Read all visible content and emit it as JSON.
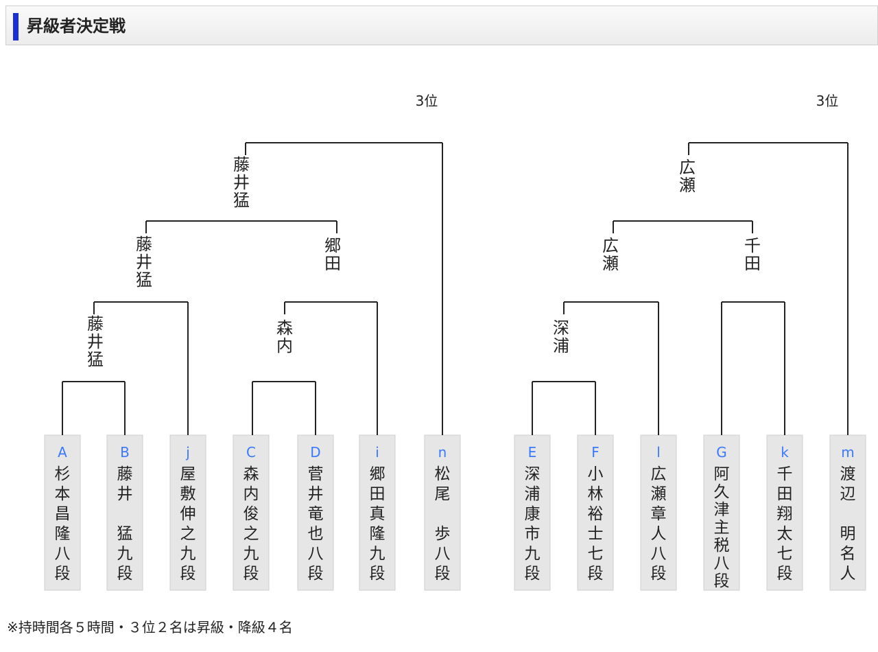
{
  "title": "昇級者決定戦",
  "third_place_label": "3位",
  "note": "※持時間各５時間・３位２名は昇級・降級４名",
  "players": [
    {
      "seed": "A",
      "name": "杉本昌隆",
      "rank": "八段"
    },
    {
      "seed": "B",
      "name": "藤井　猛",
      "rank": "九段"
    },
    {
      "seed": "j",
      "name": "屋敷伸之",
      "rank": "九段"
    },
    {
      "seed": "C",
      "name": "森内俊之",
      "rank": "九段"
    },
    {
      "seed": "D",
      "name": "菅井竜也",
      "rank": "八段"
    },
    {
      "seed": "i",
      "name": "郷田真隆",
      "rank": "九段"
    },
    {
      "seed": "n",
      "name": "松尾　歩",
      "rank": "八段"
    },
    {
      "seed": "E",
      "name": "深浦康市",
      "rank": "九段"
    },
    {
      "seed": "F",
      "name": "小林裕士",
      "rank": "七段"
    },
    {
      "seed": "l",
      "name": "広瀬章人",
      "rank": "八段"
    },
    {
      "seed": "G",
      "name": "阿久津主税",
      "rank": "八段"
    },
    {
      "seed": "k",
      "name": "千田翔太",
      "rank": "七段"
    },
    {
      "seed": "m",
      "name": "渡辺　明",
      "rank": "名人"
    }
  ],
  "results": {
    "left_r1a": "藤井猛",
    "left_r1b": "森内",
    "left_r2a": "藤井猛",
    "left_r2b": "郷田",
    "left_final": "藤井猛",
    "right_r1": "深浦",
    "right_r2a": "広瀬",
    "right_r2b": "千田",
    "right_final": "広瀬"
  },
  "colors": {
    "seed": "#3a78ff",
    "box": "#e6e6e6",
    "box_border": "#cfcfcf",
    "line": "#222222"
  }
}
